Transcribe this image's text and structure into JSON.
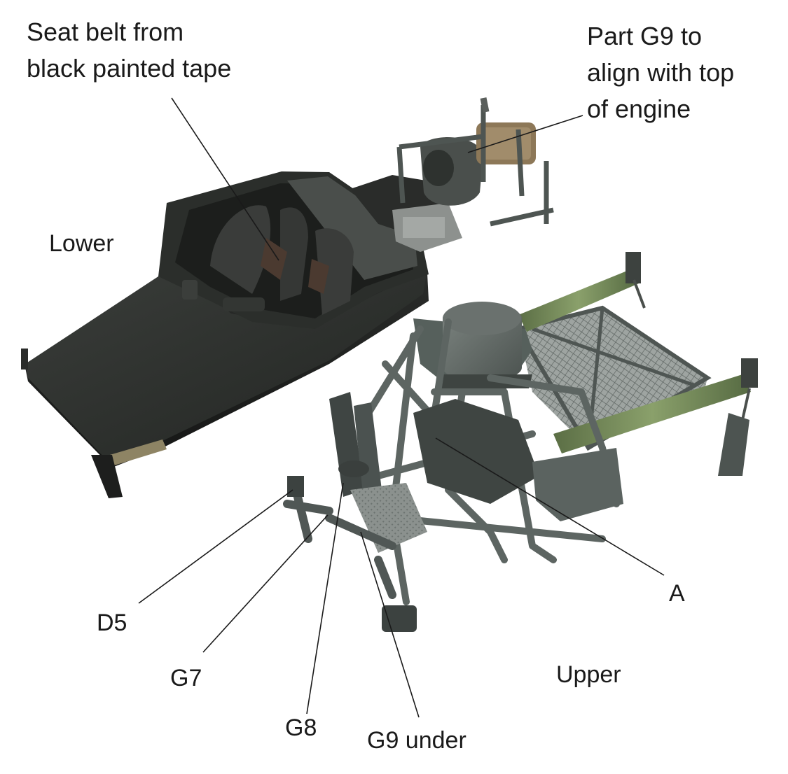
{
  "photo": {
    "subject": "Partially assembled scale model race car chassis in two sections on a white background",
    "colors": {
      "background": "#ffffff",
      "lower_tub": "#2c2f2c",
      "upper_frame": "#5f6763",
      "suspension_green": "#6f8556",
      "engine_tan": "#8d7858",
      "leader_line": "#1a1a1a"
    }
  },
  "annotations": {
    "seat_belt": {
      "line1": "Seat belt from",
      "line2": "black painted tape"
    },
    "part_g9_engine": {
      "line1": "Part G9 to",
      "line2": "align with top",
      "line3": "of engine"
    },
    "lower": "Lower",
    "upper": "Upper",
    "d5": "D5",
    "g7": "G7",
    "g8": "G8",
    "g9_under": "G9 under",
    "a": "A"
  }
}
